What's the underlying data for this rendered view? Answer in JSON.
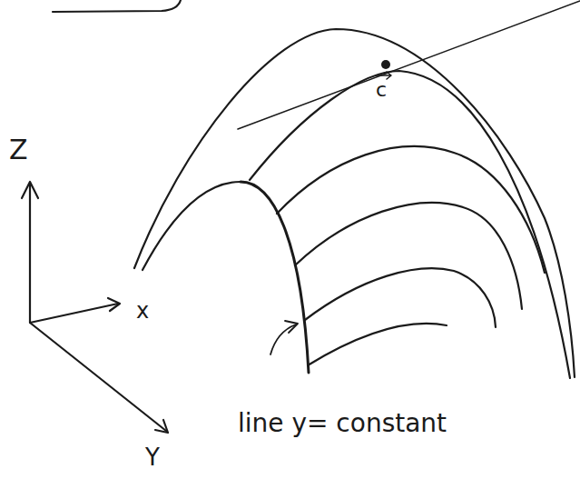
{
  "diagram": {
    "labels": [
      "c",
      "Z",
      "x",
      "line y= constant",
      "Y"
    ]
  }
}
